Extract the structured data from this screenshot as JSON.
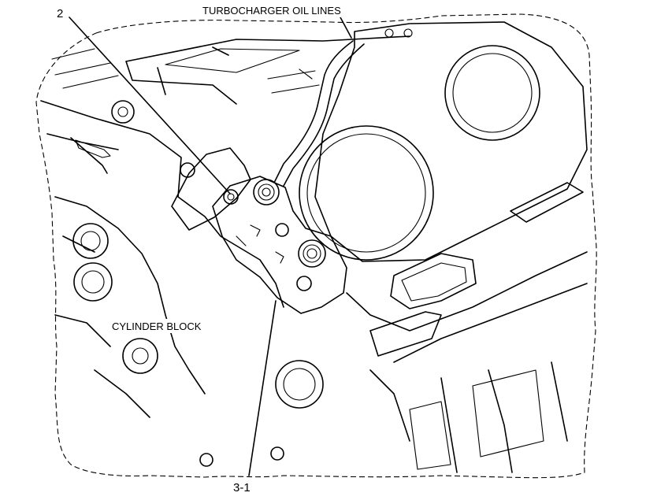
{
  "labels": {
    "turbocharger_oil_lines": "TURBOCHARGER OIL LINES",
    "cylinder_block": "CYLINDER BLOCK",
    "callout_2": "2",
    "callout_3_1": "3-1"
  }
}
